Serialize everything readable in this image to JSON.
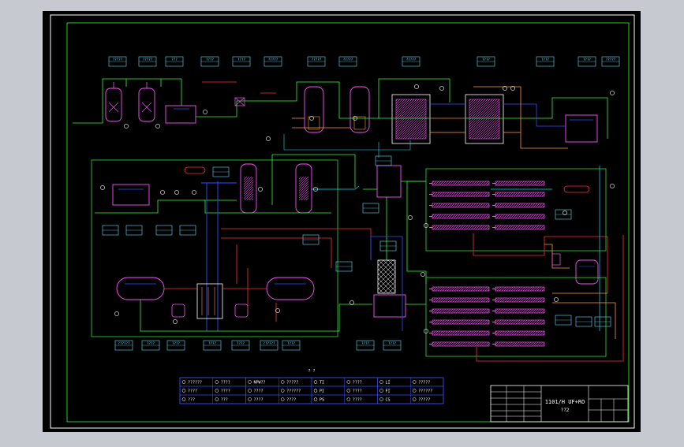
{
  "title_block": {
    "title": "1101/H UF+RO",
    "subtitle": "??2"
  },
  "legend": {
    "heading": "? ?",
    "rows": [
      [
        "??????",
        "????",
        "NPW??",
        "?????",
        "TI",
        "????",
        "LI",
        "?????"
      ],
      [
        "????",
        "????",
        "????",
        "??????",
        "PI",
        "????",
        "FI",
        "??????"
      ],
      [
        "???",
        "???",
        "????",
        "????",
        "PS",
        "????",
        "CS",
        "?????"
      ]
    ]
  },
  "top_labels": [
    "?????",
    "?????",
    "???",
    "????",
    "????",
    "?????",
    "?????",
    "?????",
    "?????",
    "????",
    "????",
    "????",
    "?????",
    "?????",
    "?????"
  ],
  "bottom_labels": [
    "??????",
    "????",
    "????",
    "????",
    "????",
    "??????",
    "????",
    "????",
    "????"
  ],
  "colors": {
    "outer_bg": "#c6c9d0",
    "sheet_bg": "#000000",
    "inner_frame": "#2aff2a",
    "water": "#2aff2a",
    "concentrate": "#ff3030",
    "product": "#3050ff",
    "chemical": "#ff9933",
    "air": "#00e5ff",
    "vessel": "#ff4dff",
    "label": "#5fe0ff"
  }
}
